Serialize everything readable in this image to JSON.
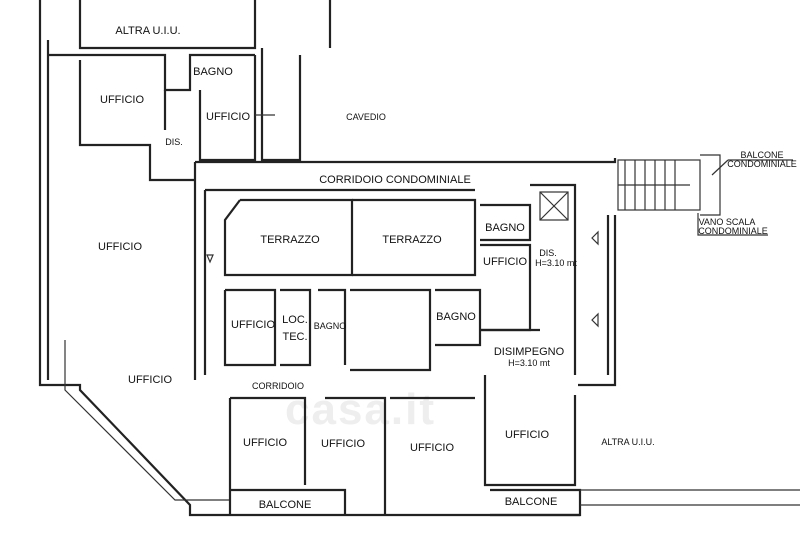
{
  "labels": {
    "altra_uiu_top": "ALTRA U.I.U.",
    "bagno_top": "BAGNO",
    "ufficio_top_left": "UFFICIO",
    "ufficio_top_mid": "UFFICIO",
    "dis_top": "DIS.",
    "cavedio": "CAVEDIO",
    "corridoio_condominiale": "CORRIDOIO CONDOMINIALE",
    "balcone_condominiale_1": "BALCONE",
    "balcone_condominiale_2": "CONDOMINIALE",
    "vano_scala_1": "VANO SCALA",
    "vano_scala_2": "CONDOMINIALE",
    "ufficio_left_big": "UFFICIO",
    "terrazzo_1": "TERRAZZO",
    "terrazzo_2": "TERRAZZO",
    "bagno_right": "BAGNO",
    "ufficio_right_small": "UFFICIO",
    "dis_right": "DIS.",
    "dis_right_height": "H=3.10 mt",
    "ufficio_mid_left": "UFFICIO",
    "loc_tec_1": "LOC.",
    "loc_tec_2": "TEC.",
    "bagno_small": "BAGNO",
    "bagno_mid": "BAGNO",
    "disimpegno": "DISIMPEGNO",
    "disimpegno_height": "H=3.10 mt",
    "ufficio_lower_left": "UFFICIO",
    "corridoio": "CORRIDOIO",
    "ufficio_b1": "UFFICIO",
    "ufficio_b2": "UFFICIO",
    "ufficio_b3": "UFFICIO",
    "ufficio_b4": "UFFICIO",
    "altra_uiu_right": "ALTRA U.I.U.",
    "balcone_left": "BALCONE",
    "balcone_right": "BALCONE"
  },
  "watermark": "casa.it"
}
